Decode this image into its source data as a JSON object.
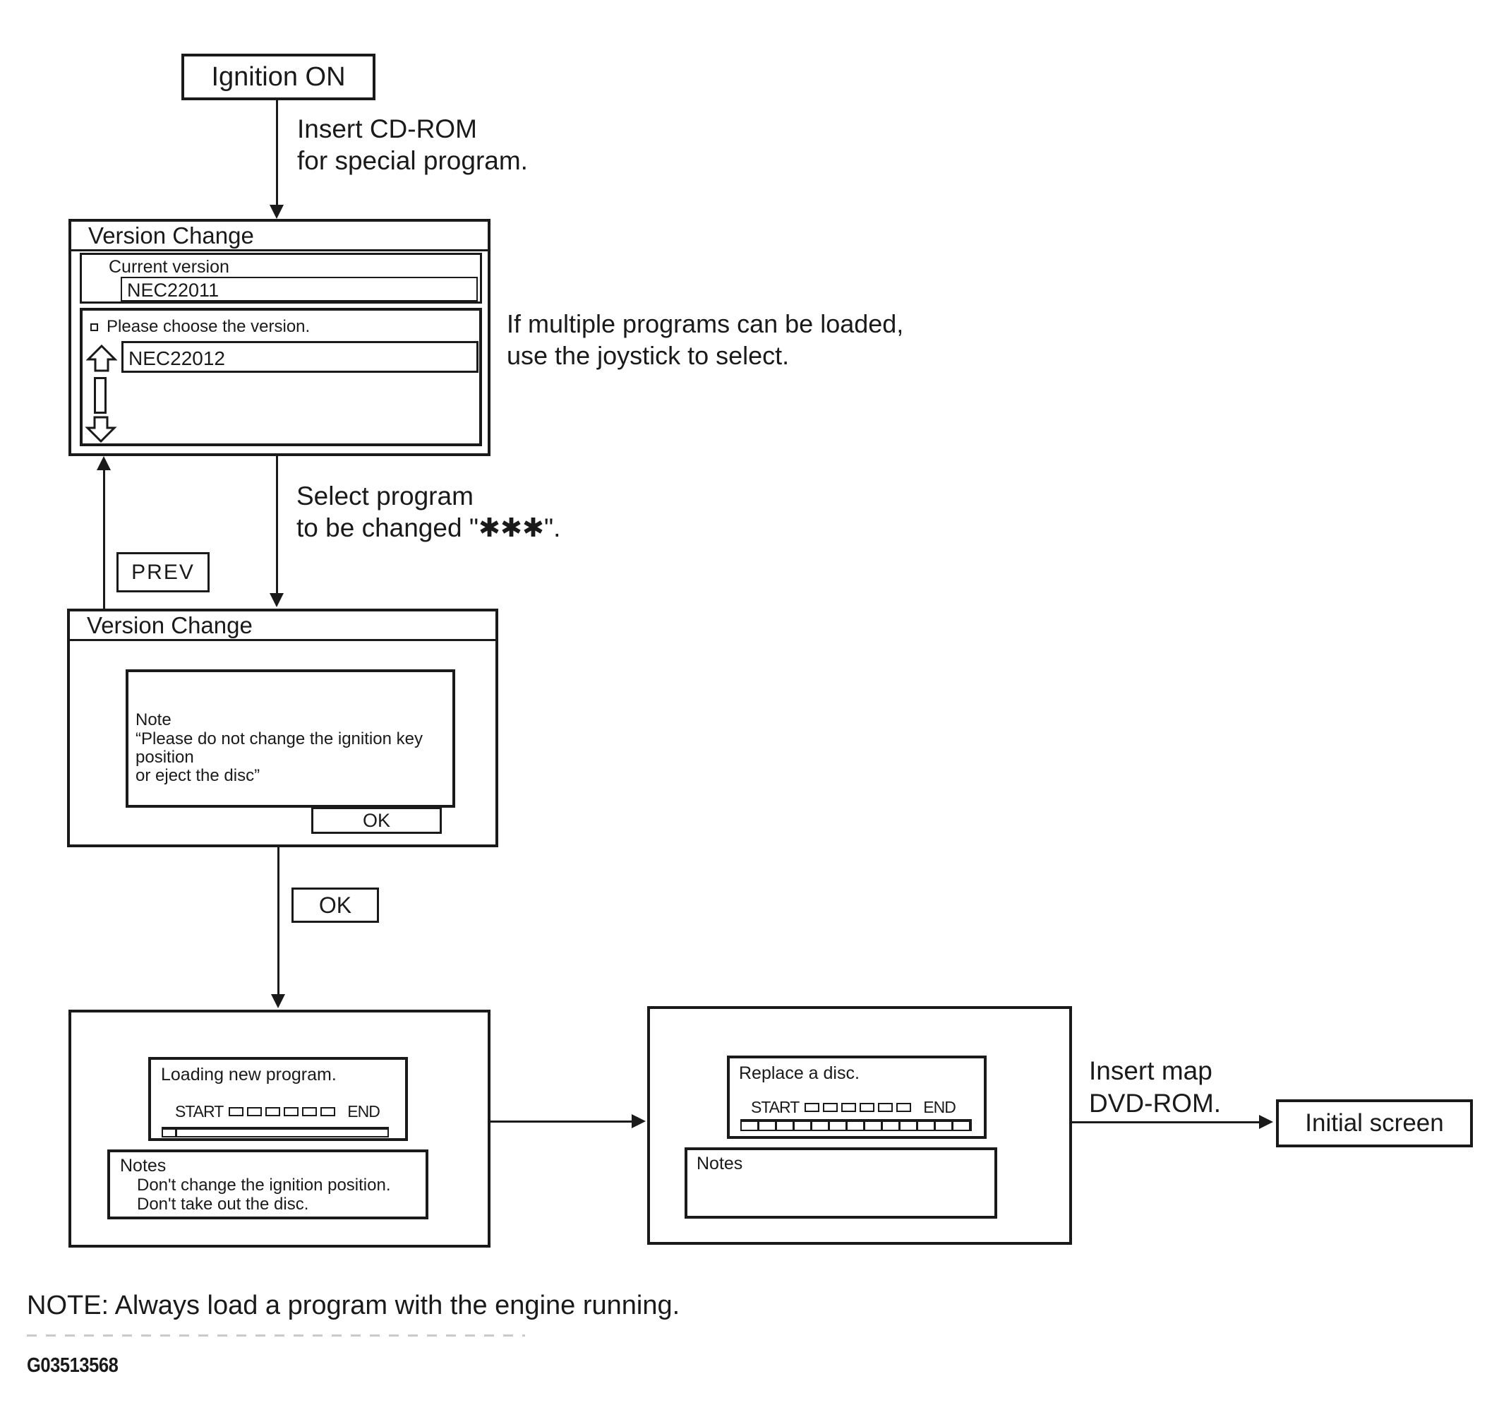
{
  "start": {
    "label": "Ignition ON"
  },
  "edges": {
    "insert_cd": "Insert CD-ROM\nfor special program.",
    "joystick_note": "If multiple programs can be loaded,\nuse the joystick to select.",
    "select_program": "Select program\nto be changed \"✱✱✱\".",
    "prev": "PREV",
    "ok": "OK",
    "insert_map": "Insert map\nDVD-ROM."
  },
  "version_select_window": {
    "title": "Version Change",
    "current_version_label": "Current version",
    "current_version_value": "NEC22011",
    "choose_prompt": "Please choose the version.",
    "selected_version": "NEC22012"
  },
  "note_window": {
    "title": "Version Change",
    "note_heading": "Note",
    "note_body": "“Please do not change the ignition key position\nor eject the disc”",
    "ok_button": "OK"
  },
  "loading_window": {
    "title": "Loading new program.",
    "start_label": "START",
    "end_label": "END",
    "notes_title": "Notes",
    "note_line1": "Don't change the ignition position.",
    "note_line2": "Don't take out the disc."
  },
  "replace_window": {
    "title": "Replace a disc.",
    "start_label": "START",
    "end_label": "END",
    "notes_title": "Notes"
  },
  "end": {
    "label": "Initial screen"
  },
  "page": {
    "footer_note": "NOTE: Always load a program with the engine running.",
    "figure_id": "G03513568"
  }
}
